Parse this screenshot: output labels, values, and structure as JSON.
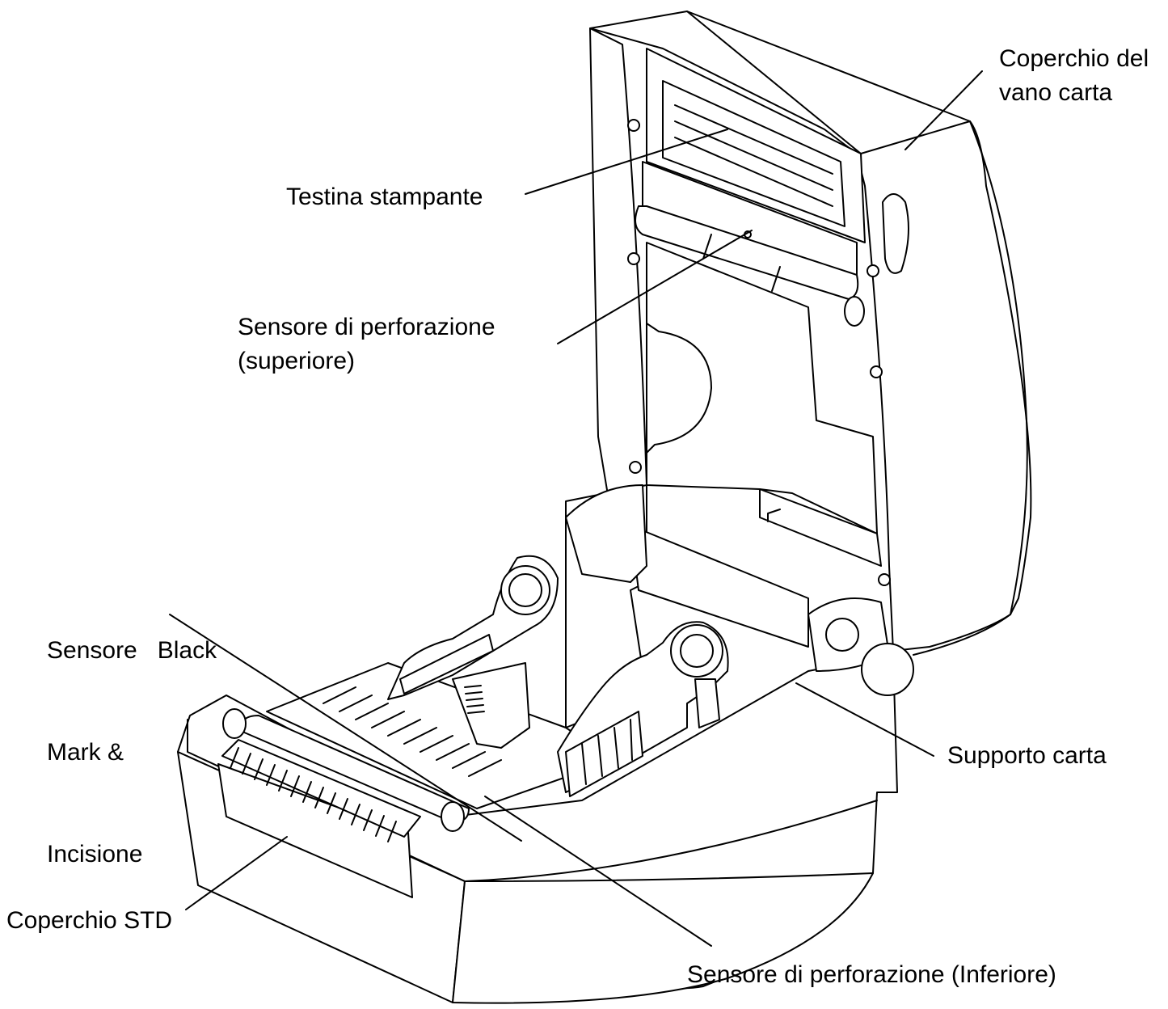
{
  "colors": {
    "line": "#000000",
    "fill": "#ffffff",
    "background": "#ffffff"
  },
  "labels": {
    "paper_cover": [
      "Coperchio del",
      "vano carta"
    ],
    "print_head": "Testina stampante",
    "upper_gap_sensor": [
      "Sensore di perforazione",
      "(superiore)"
    ],
    "black_mark_sensor": [
      "Sensore   Black",
      "Mark &",
      "Incisione"
    ],
    "paper_holder": "Supporto carta",
    "std_cover": "Coperchio STD",
    "lower_gap_sensor": "Sensore di perforazione (Inferiore)"
  }
}
